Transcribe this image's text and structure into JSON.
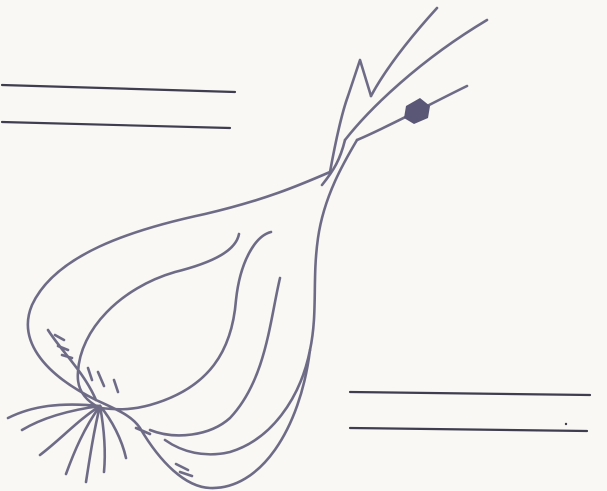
{
  "worksheet": {
    "answer_blanks": [
      {
        "id": "top-left-1",
        "text": ""
      },
      {
        "id": "top-left-2",
        "text": ""
      },
      {
        "id": "bottom-right-1",
        "text": ""
      },
      {
        "id": "bottom-right-2",
        "text": ""
      }
    ]
  },
  "illustration": {
    "stroke_color": "#6e6b86",
    "background_color": "#f9f8f4"
  }
}
